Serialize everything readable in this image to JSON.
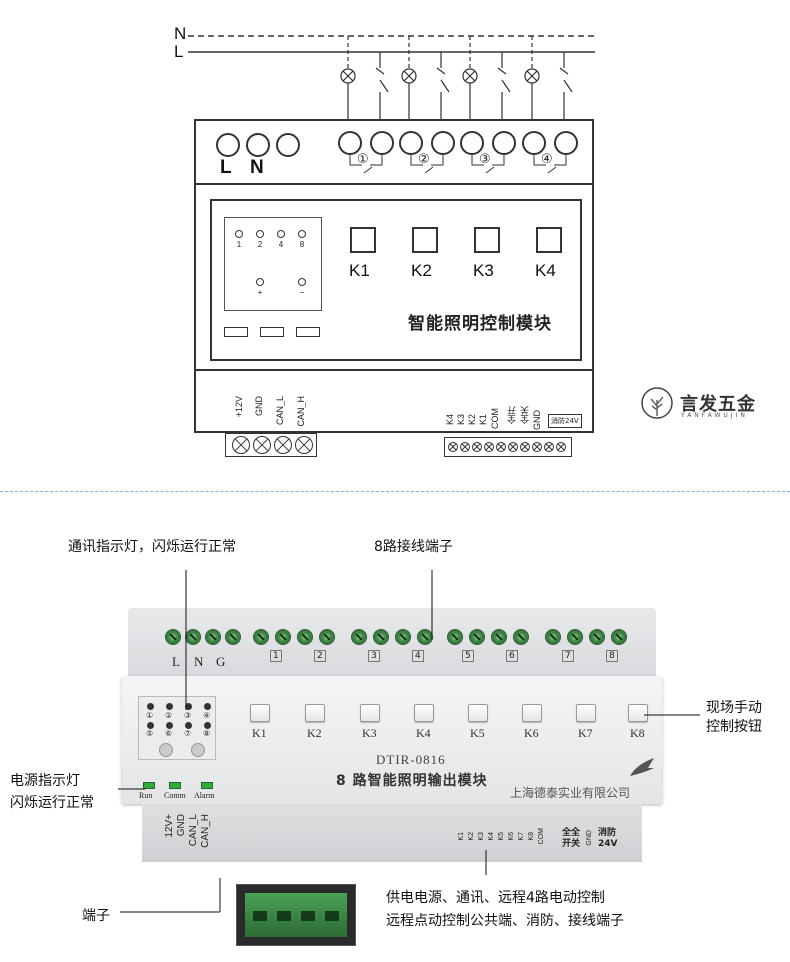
{
  "wiring": {
    "line_labels": [
      "N",
      "L"
    ],
    "module": {
      "power_terminals": [
        "L",
        "N"
      ],
      "circuits": [
        "①",
        "②",
        "③",
        "④"
      ],
      "dip_numbers": [
        "1",
        "2",
        "4",
        "8"
      ],
      "dip_signs": [
        "+",
        "−"
      ],
      "keys": [
        "K1",
        "K2",
        "K3",
        "K4"
      ],
      "title": "智能照明控制模块",
      "bus_terminals": [
        "+12V",
        "GND",
        "CAN_L",
        "CAN_H"
      ],
      "ctrl_terminals": [
        "K4",
        "K3",
        "K2",
        "K1",
        "COM",
        "全开",
        "全关",
        "GND"
      ],
      "fire_label": "消防24V"
    }
  },
  "brand": {
    "name": "言发五金",
    "pinyin": "YANFAWUJIN"
  },
  "photo": {
    "top_terminal_labels": [
      "L",
      "N",
      "G"
    ],
    "circuit_labels": [
      "1",
      "2",
      "3",
      "4",
      "5",
      "6",
      "7",
      "8"
    ],
    "keys": [
      "K1",
      "K2",
      "K3",
      "K4",
      "K5",
      "K6",
      "K7",
      "K8"
    ],
    "model": "DTIR-0816",
    "title": "8 路智能照明输出模块",
    "company": "上海德泰实业有限公司",
    "led_numbers": [
      "①",
      "②",
      "③",
      "④",
      "⑤",
      "⑥",
      "⑦",
      "⑧"
    ],
    "status_leds": [
      "Run",
      "Comm",
      "Alarm"
    ],
    "bus_labels": [
      "12V+",
      "GND",
      "CAN_L",
      "CAN_H"
    ],
    "ctrl_labels": [
      "K1",
      "K2",
      "K3",
      "K4",
      "K5",
      "K6",
      "K7",
      "K8",
      "COM"
    ],
    "all_on_off": [
      "全全",
      "开关"
    ],
    "gnd_label": "GND",
    "fire_label_1": "消防",
    "fire_label_2": "24V"
  },
  "callouts": {
    "comm_led": "通讯指示灯，闪烁运行正常",
    "output_terminals": "8路接线端子",
    "manual_button_1": "现场手动",
    "manual_button_2": "控制按钮",
    "power_led_1": "电源指示灯",
    "power_led_2": "闪烁运行正常",
    "terminal": "端子",
    "bottom_desc_1": "供电电源、通讯、远程4路电动控制",
    "bottom_desc_2": "远程点动控制公共端、消防、接线端子"
  },
  "colors": {
    "line": "#333333",
    "divider": "#7fb4dd",
    "terminal_green": "#3e8a45"
  }
}
